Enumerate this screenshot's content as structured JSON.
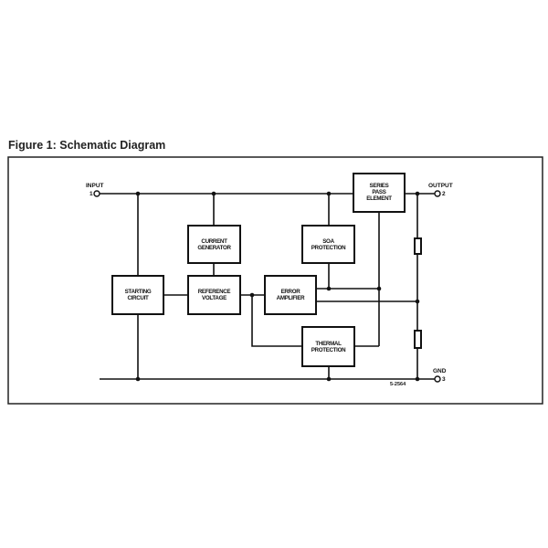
{
  "figure_title": "Figure 1: Schematic Diagram",
  "blocks": {
    "series_pass": [
      "SERIES",
      "PASS",
      "ELEMENT"
    ],
    "current_generator": [
      "CURRENT",
      "GENERATOR"
    ],
    "soa_protection": [
      "SOA",
      "PROTECTION"
    ],
    "starting_circuit": [
      "STARTING",
      "CIRCUIT"
    ],
    "reference_voltage": [
      "REFERENCE",
      "VOLTAGE"
    ],
    "error_amplifier": [
      "ERROR",
      "AMPLIFIER"
    ],
    "thermal_protection": [
      "THERMAL",
      "PROTECTION"
    ]
  },
  "pins": {
    "input_label": "INPUT",
    "input_num": "1",
    "output_label": "OUTPUT",
    "output_num": "2",
    "gnd_label": "GND",
    "gnd_num": "3"
  },
  "drawing_code": "5-2564"
}
